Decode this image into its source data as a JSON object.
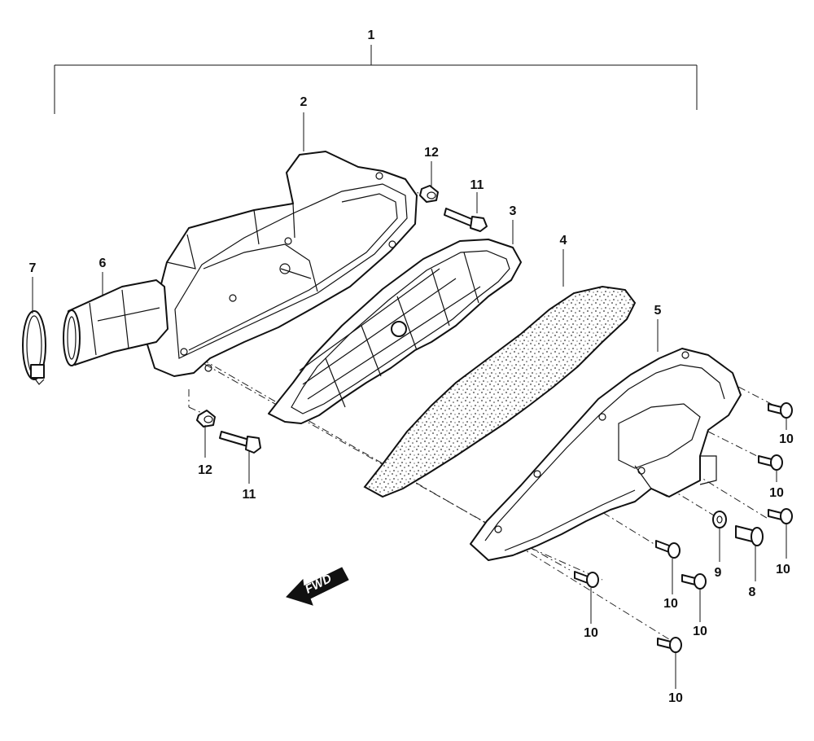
{
  "diagram": {
    "callouts": {
      "assembly": "1",
      "case": "2",
      "element_frame": "3",
      "foam_element": "4",
      "cover": "5",
      "intake_tube": "6",
      "clamp": "7",
      "drain_plug": "8",
      "washer_9": "9",
      "screw_right_1": "10",
      "screw_right_2": "10",
      "screw_right_3": "10",
      "screw_bottom_1": "10",
      "screw_bottom_2": "10",
      "screw_bottom_3": "10",
      "screw_bottom_4": "10",
      "bolt_top": "11",
      "bolt_bottom": "11",
      "collar_top": "12",
      "collar_bottom": "12"
    },
    "direction_label": "FWD"
  }
}
